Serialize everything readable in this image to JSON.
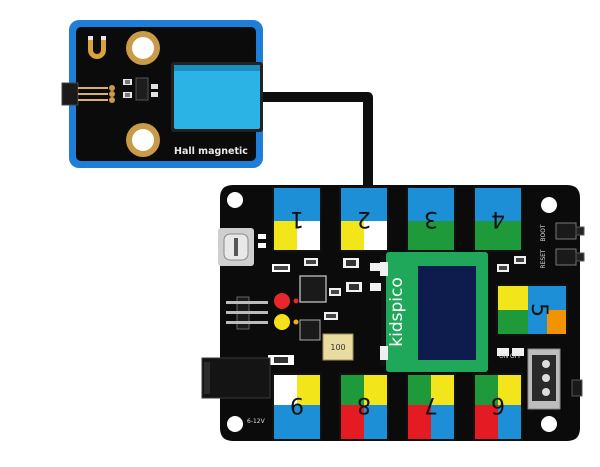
{
  "sensor_module": {
    "label": "Hall magnetic"
  },
  "controller_board": {
    "brand": "kidspico",
    "port_numbers_top": [
      "1",
      "2",
      "3",
      "4"
    ],
    "port_number_right": "5",
    "port_numbers_bottom": [
      "9",
      "8",
      "7",
      "6"
    ],
    "boot_label": "BOOT",
    "reset_label": "RESET",
    "power_label": "6-12V",
    "capacitor_label": "100",
    "switch_labels": [
      "ON",
      "OFF"
    ]
  },
  "colors": {
    "board": "#0b0b0b",
    "module_frame": "#1e7ed8",
    "module_button": "#2bb3e6",
    "port_blue": "#1c8fd6",
    "port_yellow": "#f2e51a",
    "port_green": "#1e9a3a",
    "port_red": "#e51b24",
    "port_orange": "#f39300",
    "oled_frame": "#20a85a",
    "oled_screen": "#0d1b4d",
    "led_red": "#e8262b",
    "led_yellow": "#f6e01a"
  }
}
